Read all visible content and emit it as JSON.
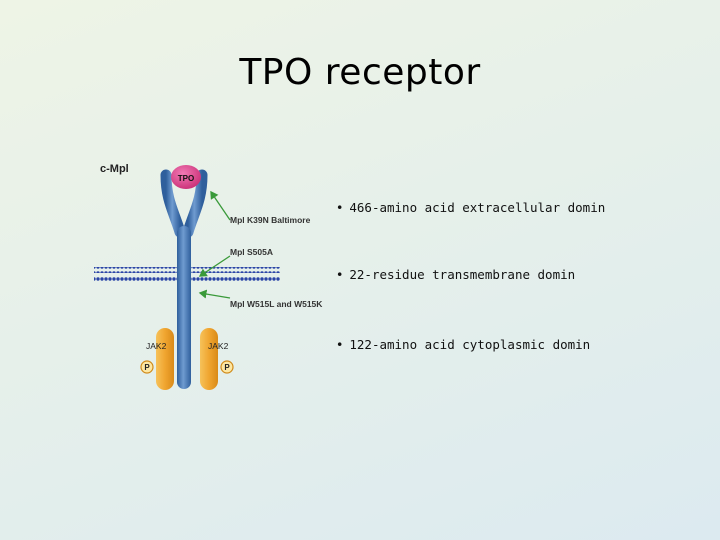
{
  "slide": {
    "title": "TPO receptor"
  },
  "diagram": {
    "receptor_label": "c-Mpl",
    "ligand_label": "TPO",
    "mutations": [
      "Mpl K39N Baltimore",
      "Mpl S505A",
      "Mpl W515L and W515K"
    ],
    "kinase_left_label": "JAK2",
    "kinase_right_label": "JAK2",
    "phospho_left_label": "P",
    "phospho_right_label": "P",
    "colors": {
      "receptor": "#3f6ea8",
      "ligand": "#d63f86",
      "kinase": "#f0a530",
      "membrane": "#2a44a6",
      "arrow": "#3a9a3a"
    }
  },
  "bullets": [
    "466-amino acid extracellular domin",
    "22-residue transmembrane domin",
    "122-amino acid cytoplasmic domin"
  ]
}
